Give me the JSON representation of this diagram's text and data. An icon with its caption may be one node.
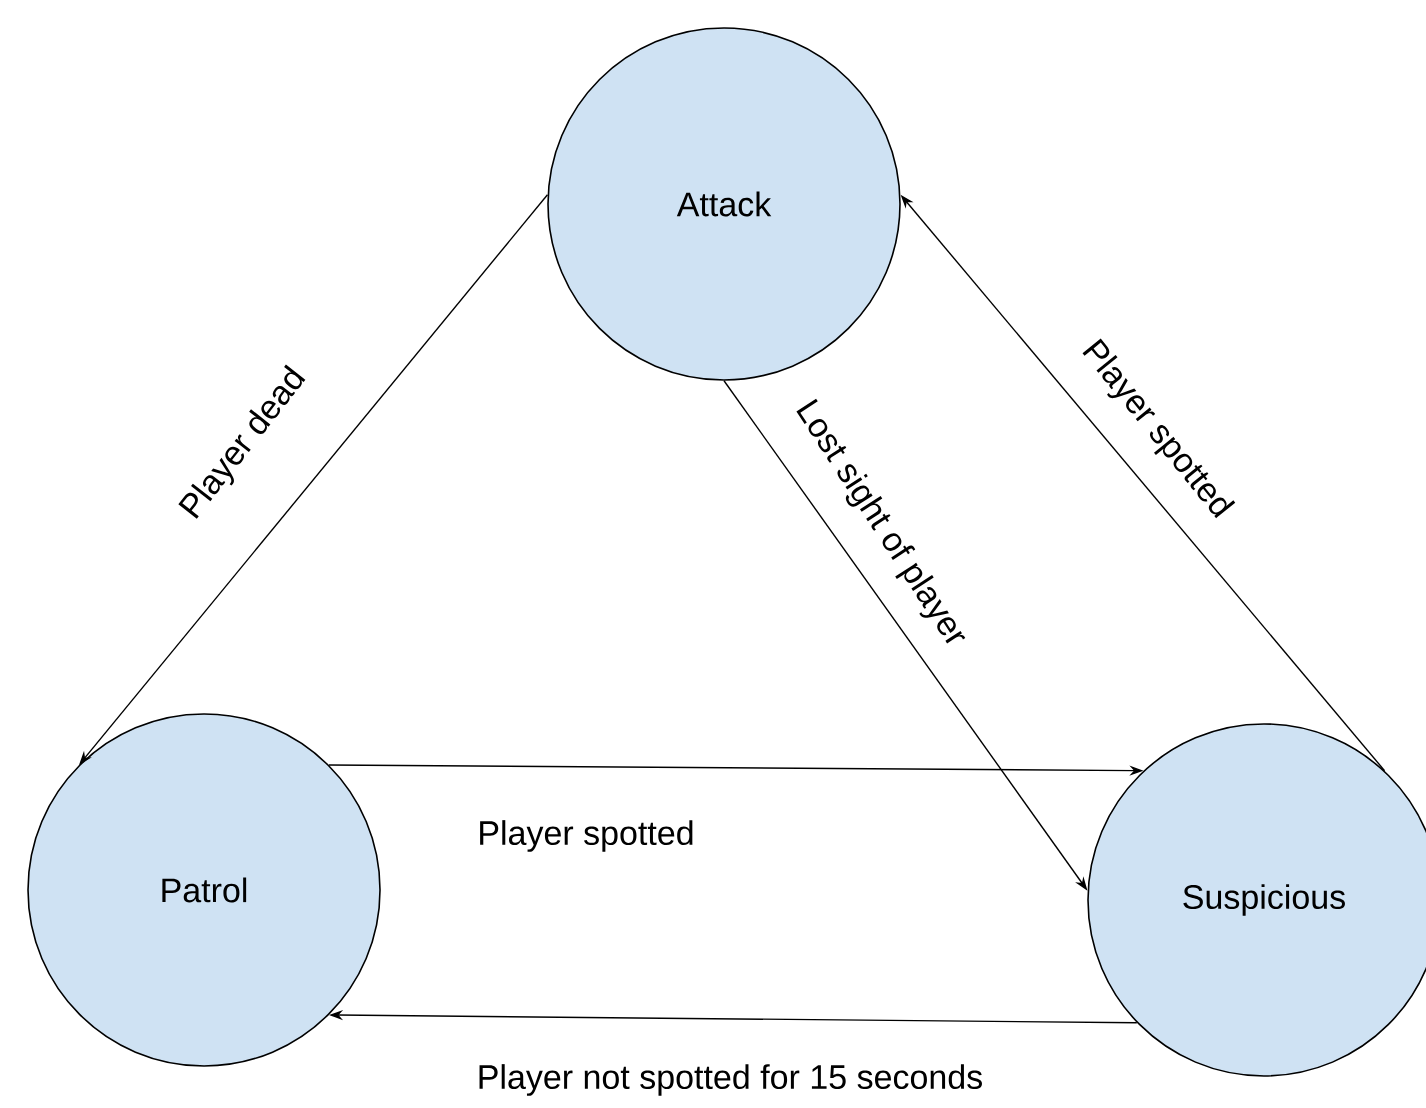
{
  "diagram": {
    "nodes": [
      {
        "text": [
          "Attack"
        ]
      },
      {
        "text": [
          "Patrol"
        ]
      },
      {
        "text": [
          "Suspicious"
        ]
      }
    ],
    "edges": [
      {
        "from": 0,
        "to": 1,
        "arrow": "to",
        "label": "Player dead"
      },
      {
        "from": 0,
        "to": 2,
        "arrow": "to",
        "label": "Lost sight of player"
      },
      {
        "from": 2,
        "to": 0,
        "arrow": "to",
        "label": "Player spotted"
      },
      {
        "from": 1,
        "to": 2,
        "arrow": "to",
        "label": "Player spotted"
      },
      {
        "from": 2,
        "to": 1,
        "arrow": "to",
        "label": "Player not spotted for 15 seconds"
      }
    ]
  }
}
